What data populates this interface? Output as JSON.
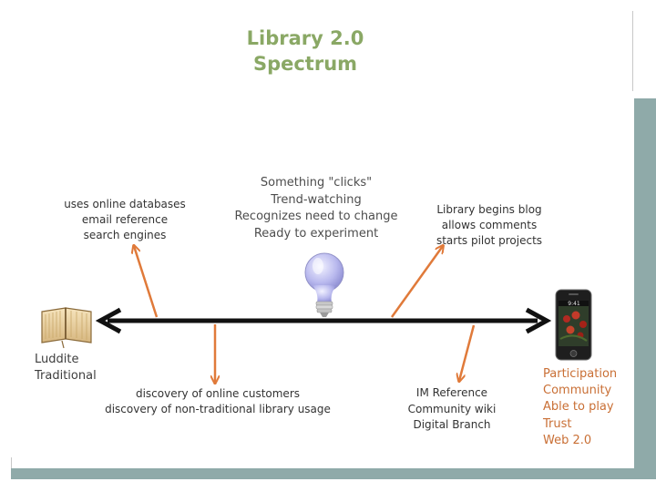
{
  "title": {
    "line1": "Library 2.0",
    "line2": "Spectrum"
  },
  "top_center": [
    "Something \"clicks\"",
    "Trend-watching",
    "Recognizes need to change",
    "Ready to experiment"
  ],
  "top_left": [
    "uses online databases",
    "email reference",
    "search engines"
  ],
  "top_right": [
    "Library begins blog",
    "allows comments",
    "starts pilot projects"
  ],
  "bottom_center": [
    "discovery of online customers",
    "discovery of non-traditional library usage"
  ],
  "bottom_right_mid": [
    "IM Reference",
    "Community wiki",
    "Digital Branch"
  ],
  "left_end": [
    "Luddite",
    "Traditional"
  ],
  "right_end": [
    "Participation",
    "Community",
    "Able to play",
    "Trust",
    "Web 2.0"
  ],
  "phone_time": "9:41",
  "colors": {
    "title": "#8aa865",
    "arrow": "#e07a3a",
    "end_right_text": "#c96f35",
    "frame": "#8faaa9"
  },
  "icons": [
    "book-icon",
    "lightbulb-icon",
    "phone-icon"
  ]
}
